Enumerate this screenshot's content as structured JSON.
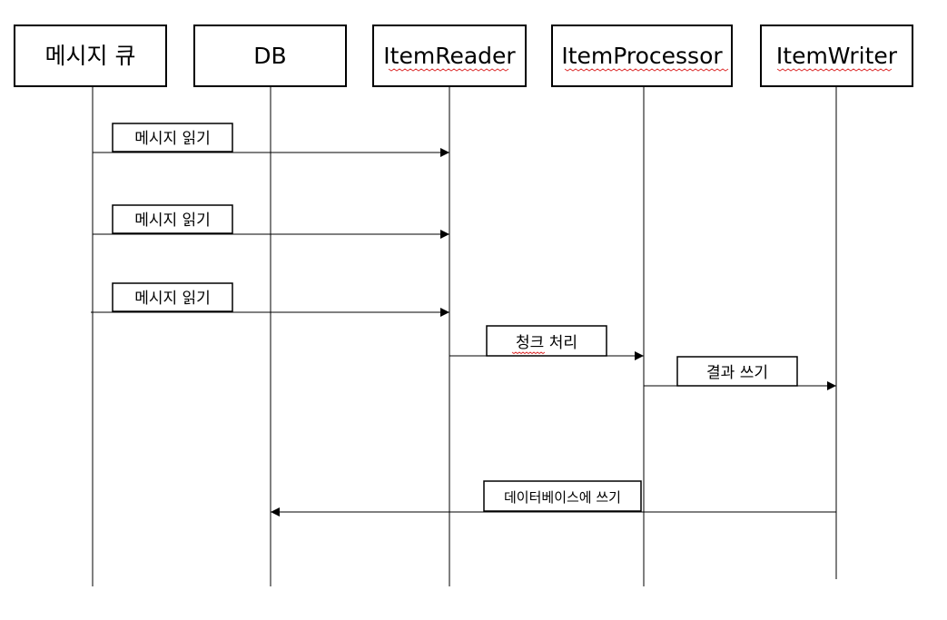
{
  "participants": [
    {
      "id": "queue",
      "label": "메시지 큐",
      "spellcheck": false
    },
    {
      "id": "db",
      "label": "DB",
      "spellcheck": false
    },
    {
      "id": "reader",
      "label": "ItemReader",
      "spellcheck": true
    },
    {
      "id": "processor",
      "label": "ItemProcessor",
      "spellcheck": true
    },
    {
      "id": "writer",
      "label": "ItemWriter",
      "spellcheck": true
    }
  ],
  "messages": [
    {
      "label": "메시지 읽기",
      "from": "queue",
      "to": "reader"
    },
    {
      "label": "메시지 읽기",
      "from": "queue",
      "to": "reader"
    },
    {
      "label": "메시지 읽기",
      "from": "queue",
      "to": "reader"
    },
    {
      "label": "청크 처리",
      "from": "reader",
      "to": "processor"
    },
    {
      "label": "결과 쓰기",
      "from": "processor",
      "to": "writer"
    },
    {
      "label": "데이터베이스에 쓰기",
      "from": "writer",
      "to": "db"
    }
  ],
  "colors": {
    "line": "#000000",
    "box_fill": "#ffffff",
    "spellcheck_underline": "#dd3333"
  }
}
